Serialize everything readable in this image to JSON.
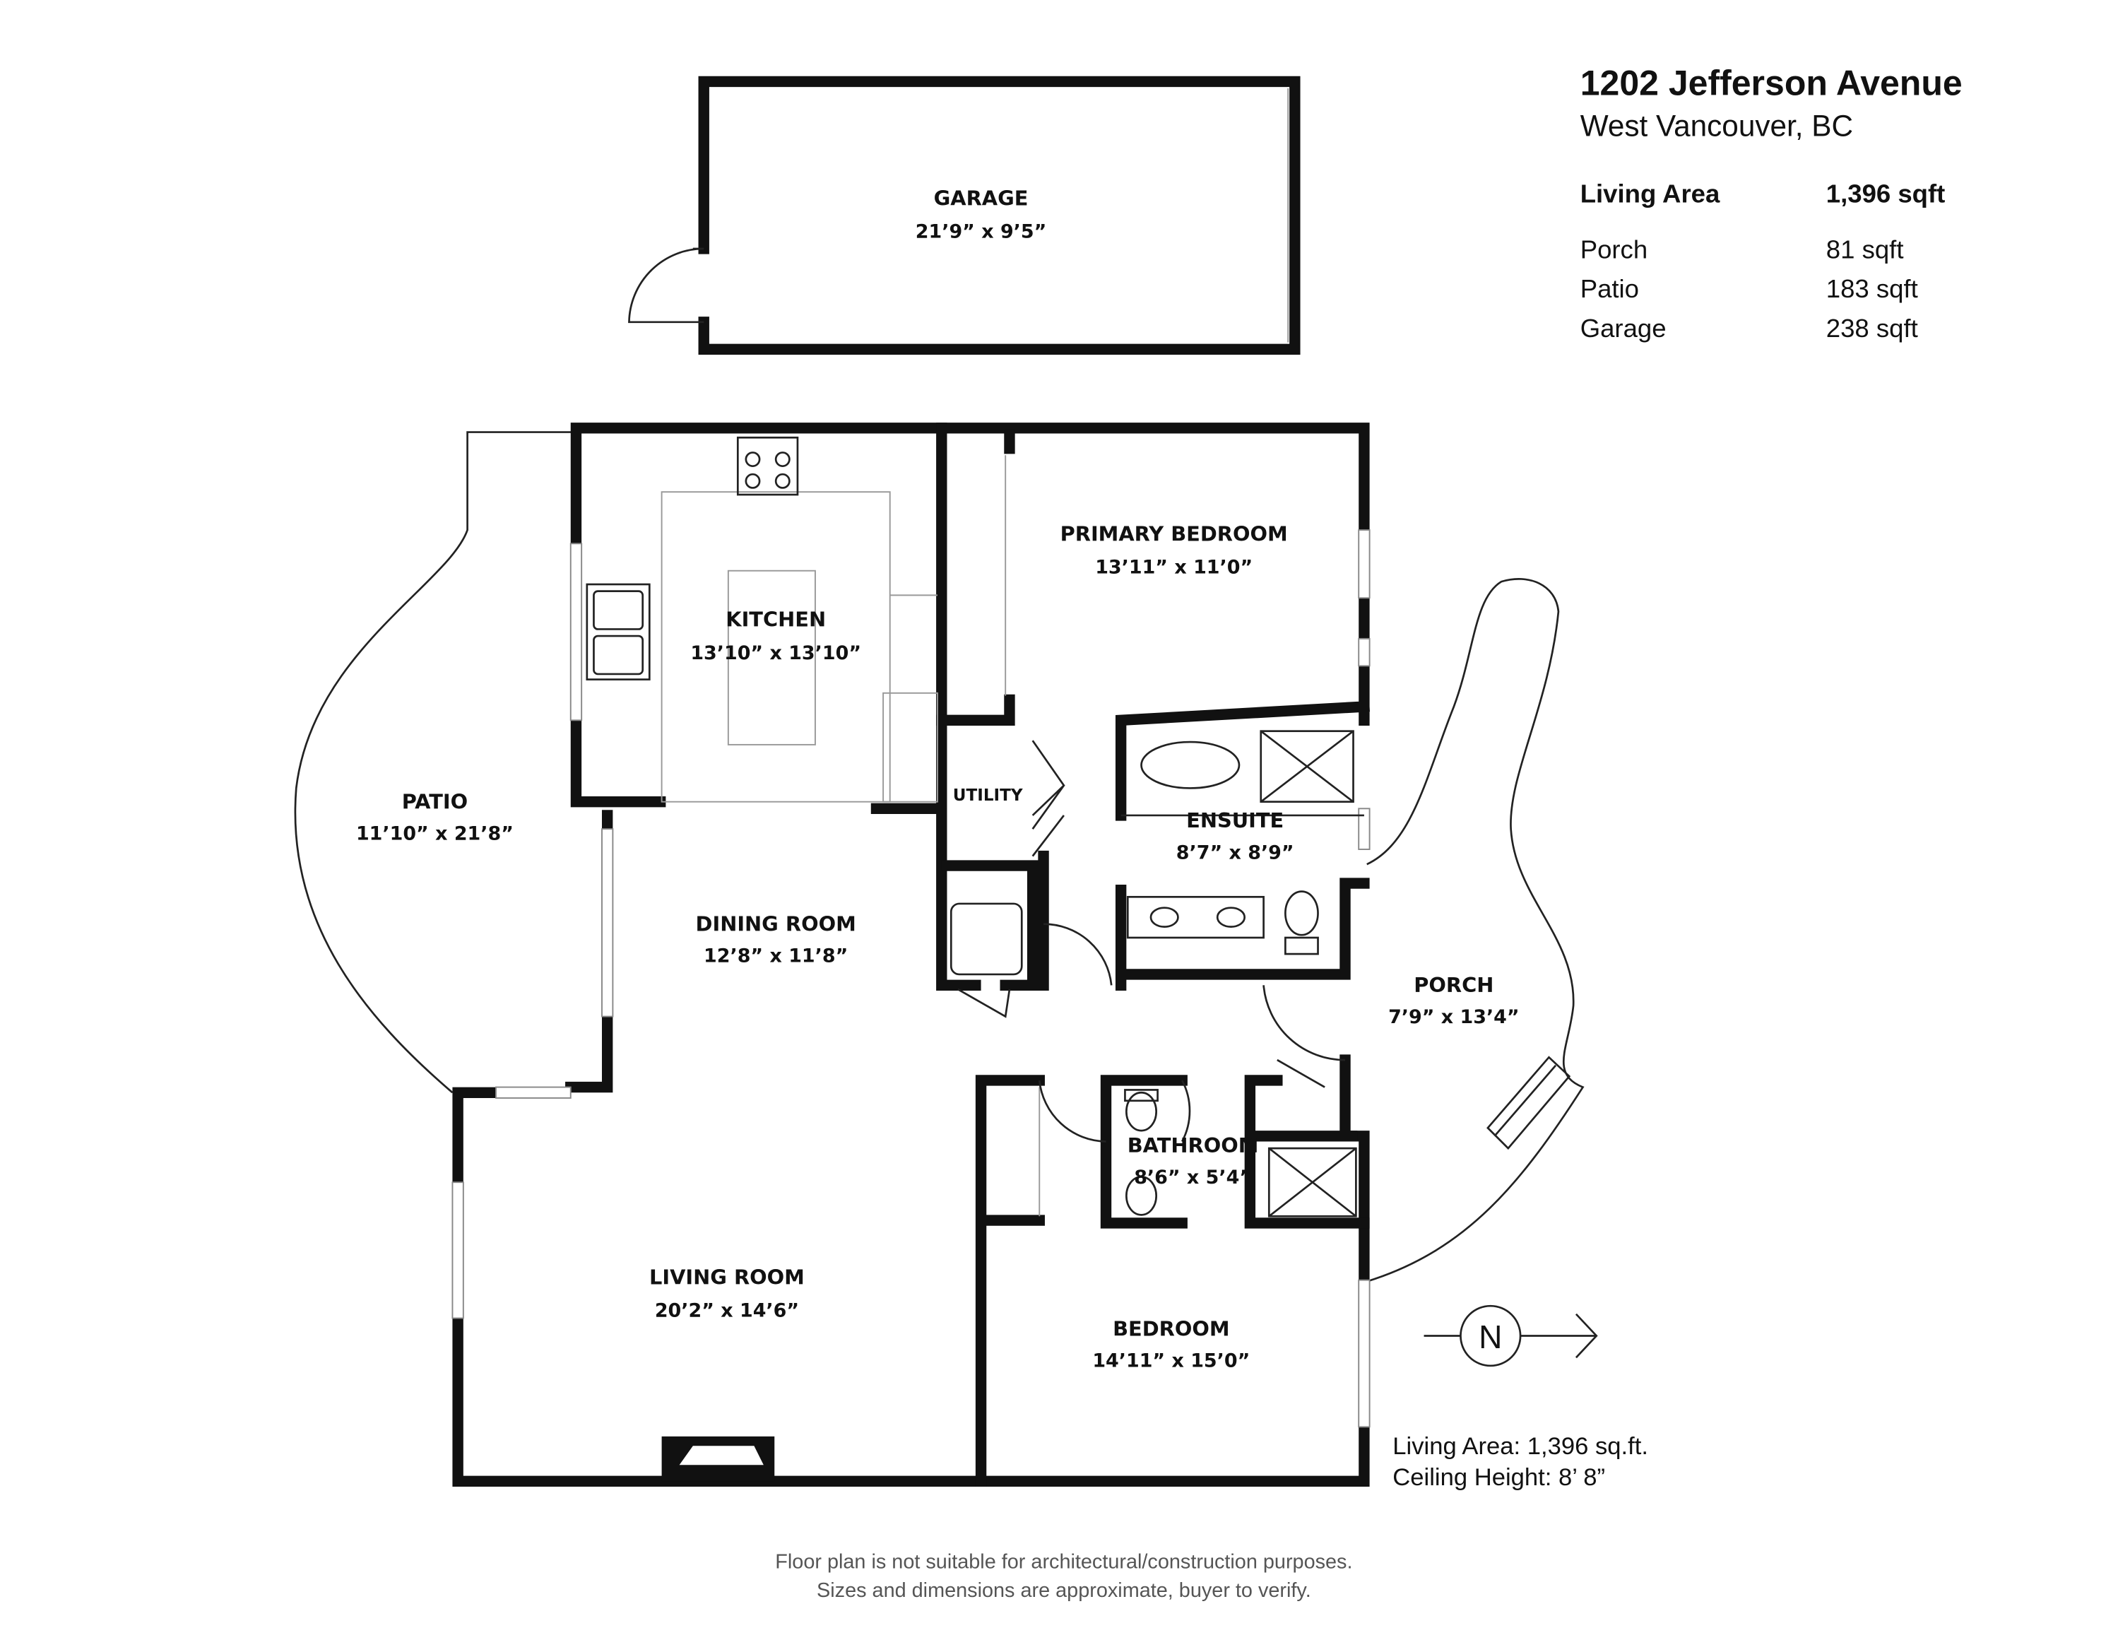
{
  "header": {
    "address": "1202 Jefferson Avenue",
    "city": "West Vancouver, BC"
  },
  "areas": {
    "living_label": "Living Area",
    "living_value": "1,396 sqft",
    "rows": [
      {
        "label": "Porch",
        "value": "81 sqft"
      },
      {
        "label": "Patio",
        "value": "183 sqft"
      },
      {
        "label": "Garage",
        "value": "238 sqft"
      }
    ]
  },
  "rooms": {
    "garage": {
      "name": "GARAGE",
      "dim": "21’9” x 9’5”"
    },
    "kitchen": {
      "name": "KITCHEN",
      "dim": "13’10” x 13’10”"
    },
    "primary_bedroom": {
      "name": "PRIMARY BEDROOM",
      "dim": "13’11” x 11’0”"
    },
    "patio": {
      "name": "PATIO",
      "dim": "11’10” x 21’8”"
    },
    "utility": {
      "name": "UTILITY"
    },
    "ensuite": {
      "name": "ENSUITE",
      "dim": "8’7” x 8’9”"
    },
    "dining_room": {
      "name": "DINING ROOM",
      "dim": "12’8” x 11’8”"
    },
    "porch": {
      "name": "PORCH",
      "dim": "7’9” x 13’4”"
    },
    "bathroom": {
      "name": "BATHROOM",
      "dim": "8’6” x 5’4”"
    },
    "living_room": {
      "name": "LIVING ROOM",
      "dim": "20’2” x 14’6”"
    },
    "bedroom": {
      "name": "BEDROOM",
      "dim": "14’11” x 15’0”"
    }
  },
  "compass": {
    "letter": "N"
  },
  "summary": {
    "living_area": "Living Area: 1,396 sq.ft.",
    "ceiling_height": "Ceiling Height: 8’ 8”"
  },
  "disclaimer": {
    "line1": "Floor plan is not suitable for architectural/construction purposes.",
    "line2": "Sizes and dimensions are approximate, buyer to verify."
  }
}
